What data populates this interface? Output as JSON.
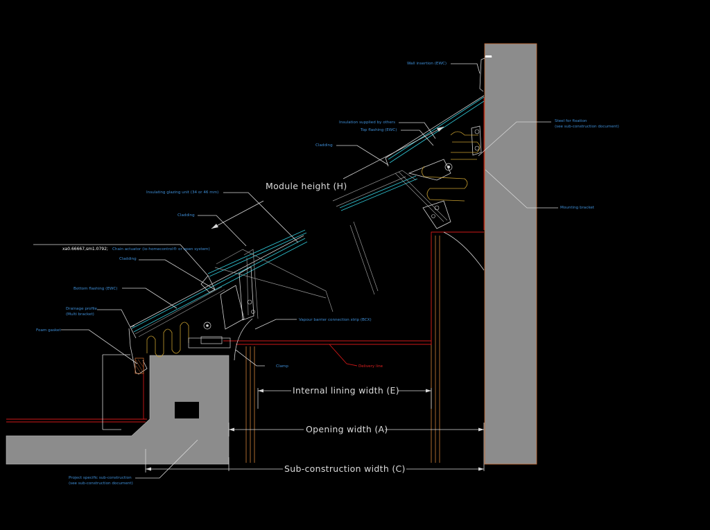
{
  "labels": {
    "wall_insertion": "Wall insertion (EWC)",
    "insulation_supplied": "Insulation supplied by others",
    "top_flashing": "Top flashing (EWC)",
    "cladding_upper": "Cladding",
    "steel_for_fixation_1": "Steel for fixation",
    "steel_for_fixation_2": "(see sub-construction document)",
    "mounting_bracket": "Mounting bracket",
    "insulating_glazing": "Insulating glazing unit (34 or 46 mm)",
    "cladding_mid": "Cladding",
    "chain_actuator_code": "xa0.66667,sm1.0792;",
    "chain_actuator": "Chain actuator (io-homecontrol® or open system)",
    "cladding_lower": "Cladding",
    "bottom_flashing": "Bottom flashing (EWC)",
    "drainage_profile_1": "Drainage profile",
    "drainage_profile_2": "(Multi bracket)",
    "foam_gasket": "Foam gasket",
    "vapour_barrier": "Vapour barrier connection strip (BCX)",
    "delivery_line": "Delivery line",
    "clamp": "Clamp",
    "project_sub_1": "Project specific sub-construction",
    "project_sub_2": "(see sub-construction document)"
  },
  "dimensions": {
    "module_height": "Module height (H)",
    "internal_lining": "Internal lining width (E)",
    "opening_width": "Opening width (A)",
    "sub_construction": "Sub-construction width (C)"
  },
  "colors": {
    "background": "#000000",
    "label": "#3f8fd8",
    "concrete": "#8c8c8c",
    "glazing": "#2fc3d2",
    "delivery_line": "#d01818"
  }
}
